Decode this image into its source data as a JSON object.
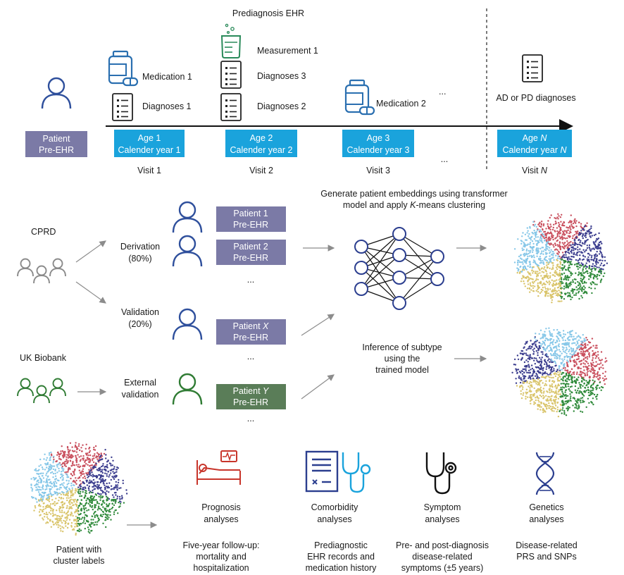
{
  "timeline": {
    "header": "Prediagnosis EHR",
    "patient_box": [
      "Patient",
      "Pre-EHR"
    ],
    "items": {
      "medication_1": "Medication 1",
      "diagnoses_1": "Diagnoses 1",
      "measurement_1": "Measurement 1",
      "diagnoses_3": "Diagnoses 3",
      "diagnoses_2": "Diagnoses 2",
      "medication_2": "Medication 2",
      "ellipsis": "...",
      "ad_pd": "AD or PD diagnoses"
    },
    "visits": [
      {
        "age": "Age 1",
        "year": "Calender year 1",
        "label": "Visit 1"
      },
      {
        "age": "Age 2",
        "year": "Calender year 2",
        "label": "Visit 2"
      },
      {
        "age": "Age 3",
        "year": "Calender year 3",
        "label": "Visit 3"
      },
      {
        "age_prefix": "Age ",
        "age_var": "N",
        "year_prefix": "Calender year ",
        "year_var": "N",
        "label_prefix": "Visit ",
        "label_var": "N"
      }
    ],
    "visits_ellipsis": "..."
  },
  "cohort": {
    "cprd": "CPRD",
    "ukb": "UK Biobank",
    "derivation": [
      "Derivation",
      "(80%)"
    ],
    "validation": [
      "Validation",
      "(20%)"
    ],
    "external": [
      "External",
      "validation"
    ],
    "patients": {
      "p1": [
        "Patient 1",
        "Pre-EHR"
      ],
      "p2": [
        "Patient 2",
        "Pre-EHR"
      ],
      "px_prefix": "Patient ",
      "px_var": "X",
      "py_prefix": "Patient ",
      "py_var": "Y",
      "pre_ehr": "Pre-EHR"
    },
    "ellipsis": "...",
    "model_caption": {
      "line1": "Generate patient embeddings using transformer",
      "line2_a": "model and apply ",
      "line2_var": "K",
      "line2_b": "-means clustering"
    },
    "inference_caption": [
      "Inference of subtype",
      "using the",
      "trained model"
    ]
  },
  "analyses": {
    "patient_labels": [
      "Patient with",
      "cluster labels"
    ],
    "items": [
      {
        "name": [
          "Prognosis",
          "analyses"
        ],
        "desc": [
          "Five-year follow-up:",
          "mortality and",
          "hospitalization"
        ]
      },
      {
        "name": [
          "Comorbidity",
          "analyses"
        ],
        "desc": [
          "Prediagnostic",
          "EHR records and",
          "medication history"
        ]
      },
      {
        "name": [
          "Symptom",
          "analyses"
        ],
        "desc": [
          "Pre- and post-diagnosis",
          "disease-related",
          "symptoms (±5 years)"
        ]
      },
      {
        "name": [
          "Genetics",
          "analyses"
        ],
        "desc": [
          "Disease-related",
          "PRS and SNPs"
        ]
      }
    ]
  },
  "colors": {
    "visit_box": "#1aa3dc",
    "patient_box": "#7b7aa6",
    "patient_y_box": "#5a7d58",
    "person_blue": "#2e4f9c",
    "person_gray": "#8a8a8a",
    "person_green": "#2f7b33",
    "icon_blue": "#2a6fb0",
    "icon_green": "#2a8a5a",
    "icon_red": "#c8352b",
    "icon_navy": "#2b3e8f",
    "cluster_1": "#c9505e",
    "cluster_2": "#3b3d8e",
    "cluster_3": "#2f8a3a",
    "cluster_4": "#d9c46a",
    "cluster_5": "#86c7e8"
  },
  "icons": [
    "person-icon",
    "people-group-icon",
    "medication-bottle-icon",
    "document-list-icon",
    "beaker-icon",
    "hospital-bed-icon",
    "medical-report-icon",
    "stethoscope-icon",
    "dna-icon",
    "neural-network-icon",
    "cluster-plot"
  ]
}
